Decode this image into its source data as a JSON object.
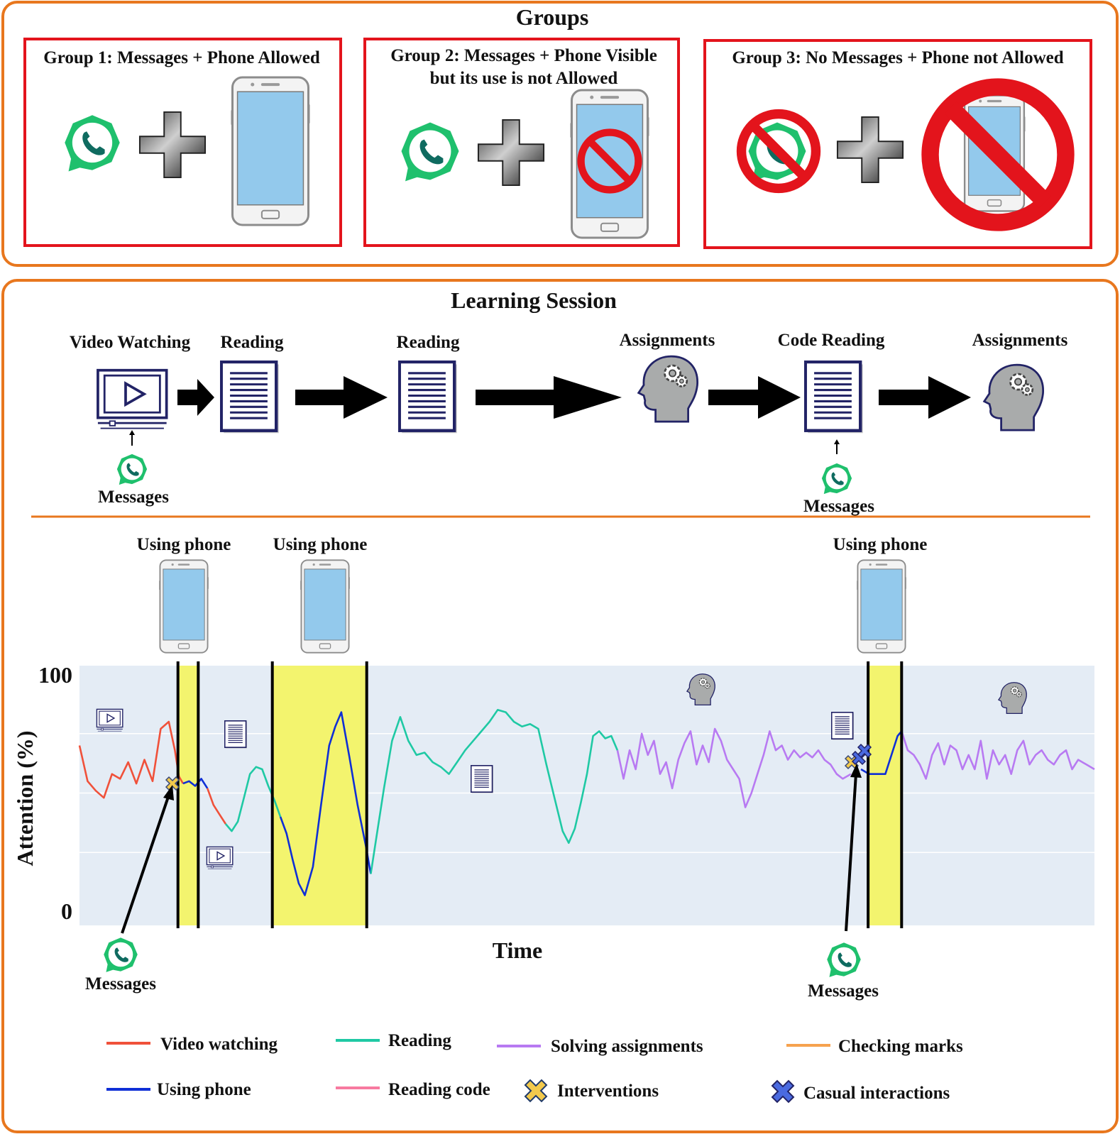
{
  "groups": {
    "title": "Groups",
    "items": [
      {
        "title": "Group 1: Messages + Phone Allowed"
      },
      {
        "title_line1": "Group 2: Messages + Phone Visible",
        "title_line2": "but its use is not Allowed"
      },
      {
        "title": "Group 3: No Messages + Phone not Allowed"
      }
    ]
  },
  "session": {
    "title": "Learning Session",
    "steps": [
      "Video Watching",
      "Reading",
      "Reading",
      "Assignments",
      "Code Reading",
      "Assignments"
    ],
    "messages_label": "Messages",
    "phone_label": "Using phone"
  },
  "chart_data": {
    "type": "line",
    "xlabel": "Time",
    "ylabel": "Attention (%)",
    "ylim": [
      0,
      100
    ],
    "yticks": [
      "0",
      "100"
    ],
    "phone_windows": [
      [
        0.097,
        0.117
      ],
      [
        0.19,
        0.283
      ],
      [
        0.777,
        0.81
      ]
    ],
    "segments": [
      {
        "series": "Video watching",
        "points": [
          [
            0.0,
            70
          ],
          [
            0.008,
            55
          ],
          [
            0.016,
            51
          ],
          [
            0.024,
            48
          ],
          [
            0.032,
            58
          ],
          [
            0.04,
            56
          ],
          [
            0.048,
            63
          ],
          [
            0.056,
            54
          ],
          [
            0.064,
            64
          ],
          [
            0.072,
            55
          ],
          [
            0.08,
            77
          ],
          [
            0.088,
            80
          ],
          [
            0.094,
            68
          ],
          [
            0.098,
            57
          ],
          [
            0.102,
            54
          ]
        ]
      },
      {
        "series": "Using phone",
        "points": [
          [
            0.102,
            54
          ],
          [
            0.108,
            55
          ],
          [
            0.114,
            53
          ],
          [
            0.12,
            56
          ],
          [
            0.126,
            52
          ]
        ]
      },
      {
        "series": "Video watching",
        "points": [
          [
            0.126,
            52
          ],
          [
            0.132,
            45
          ],
          [
            0.138,
            41
          ],
          [
            0.144,
            37
          ]
        ]
      },
      {
        "series": "Reading",
        "points": [
          [
            0.144,
            37
          ],
          [
            0.15,
            34
          ],
          [
            0.156,
            38
          ],
          [
            0.162,
            48
          ],
          [
            0.168,
            58
          ],
          [
            0.174,
            61
          ],
          [
            0.18,
            60
          ],
          [
            0.186,
            53
          ],
          [
            0.192,
            47
          ],
          [
            0.198,
            40
          ]
        ]
      },
      {
        "series": "Using phone",
        "points": [
          [
            0.198,
            40
          ],
          [
            0.204,
            33
          ],
          [
            0.21,
            22
          ],
          [
            0.216,
            12
          ],
          [
            0.222,
            7
          ],
          [
            0.23,
            19
          ],
          [
            0.238,
            45
          ],
          [
            0.246,
            70
          ],
          [
            0.252,
            78
          ],
          [
            0.258,
            84
          ],
          [
            0.266,
            65
          ],
          [
            0.274,
            45
          ],
          [
            0.282,
            28
          ],
          [
            0.287,
            16
          ]
        ]
      },
      {
        "series": "Reading",
        "points": [
          [
            0.287,
            16
          ],
          [
            0.292,
            30
          ],
          [
            0.3,
            52
          ],
          [
            0.308,
            72
          ],
          [
            0.316,
            82
          ],
          [
            0.324,
            72
          ],
          [
            0.332,
            66
          ],
          [
            0.34,
            67
          ],
          [
            0.348,
            63
          ],
          [
            0.356,
            61
          ],
          [
            0.364,
            58
          ],
          [
            0.372,
            63
          ],
          [
            0.38,
            68
          ],
          [
            0.388,
            72
          ],
          [
            0.396,
            76
          ],
          [
            0.404,
            80
          ],
          [
            0.412,
            85
          ],
          [
            0.42,
            84
          ],
          [
            0.428,
            80
          ],
          [
            0.436,
            78
          ],
          [
            0.444,
            79
          ],
          [
            0.452,
            77
          ],
          [
            0.46,
            62
          ],
          [
            0.468,
            48
          ],
          [
            0.476,
            34
          ],
          [
            0.482,
            29
          ],
          [
            0.488,
            35
          ],
          [
            0.494,
            46
          ],
          [
            0.5,
            58
          ],
          [
            0.506,
            74
          ],
          [
            0.512,
            76
          ],
          [
            0.518,
            73
          ],
          [
            0.524,
            74
          ],
          [
            0.53,
            68
          ]
        ]
      },
      {
        "series": "Solving assignments",
        "points": [
          [
            0.53,
            68
          ],
          [
            0.536,
            56
          ],
          [
            0.542,
            68
          ],
          [
            0.548,
            60
          ],
          [
            0.554,
            75
          ],
          [
            0.56,
            66
          ],
          [
            0.566,
            72
          ],
          [
            0.572,
            58
          ],
          [
            0.578,
            63
          ],
          [
            0.584,
            52
          ],
          [
            0.59,
            64
          ],
          [
            0.596,
            71
          ],
          [
            0.602,
            76
          ],
          [
            0.608,
            62
          ],
          [
            0.614,
            70
          ],
          [
            0.62,
            63
          ],
          [
            0.626,
            77
          ],
          [
            0.632,
            72
          ],
          [
            0.638,
            64
          ],
          [
            0.644,
            60
          ],
          [
            0.65,
            56
          ],
          [
            0.656,
            44
          ],
          [
            0.662,
            50
          ],
          [
            0.668,
            58
          ],
          [
            0.674,
            66
          ],
          [
            0.68,
            76
          ],
          [
            0.686,
            68
          ],
          [
            0.692,
            70
          ],
          [
            0.698,
            64
          ],
          [
            0.704,
            68
          ],
          [
            0.71,
            65
          ],
          [
            0.716,
            67
          ],
          [
            0.722,
            65
          ],
          [
            0.728,
            68
          ],
          [
            0.734,
            64
          ],
          [
            0.74,
            62
          ],
          [
            0.746,
            58
          ],
          [
            0.752,
            56
          ],
          [
            0.76,
            58
          ]
        ]
      },
      {
        "series": "Using phone",
        "points": [
          [
            0.77,
            60
          ],
          [
            0.778,
            58
          ],
          [
            0.786,
            58
          ],
          [
            0.794,
            58
          ],
          [
            0.8,
            66
          ],
          [
            0.806,
            74
          ],
          [
            0.81,
            76
          ]
        ]
      },
      {
        "series": "Solving assignments",
        "points": [
          [
            0.81,
            76
          ],
          [
            0.816,
            68
          ],
          [
            0.822,
            66
          ],
          [
            0.828,
            62
          ],
          [
            0.834,
            56
          ],
          [
            0.84,
            66
          ],
          [
            0.846,
            71
          ],
          [
            0.852,
            62
          ],
          [
            0.858,
            70
          ],
          [
            0.864,
            68
          ],
          [
            0.87,
            60
          ],
          [
            0.876,
            66
          ],
          [
            0.882,
            60
          ],
          [
            0.888,
            72
          ],
          [
            0.894,
            56
          ],
          [
            0.9,
            68
          ],
          [
            0.906,
            62
          ],
          [
            0.912,
            66
          ],
          [
            0.918,
            58
          ],
          [
            0.924,
            68
          ],
          [
            0.93,
            72
          ],
          [
            0.936,
            62
          ],
          [
            0.942,
            66
          ],
          [
            0.948,
            68
          ],
          [
            0.954,
            64
          ],
          [
            0.96,
            62
          ],
          [
            0.966,
            66
          ],
          [
            0.972,
            68
          ],
          [
            0.978,
            60
          ],
          [
            0.984,
            64
          ],
          [
            0.992,
            62
          ],
          [
            1.0,
            60
          ]
        ]
      }
    ],
    "legend": [
      {
        "label": "Video watching",
        "color": "#f0513a",
        "kind": "line"
      },
      {
        "label": "Reading",
        "color": "#1fc9a4",
        "kind": "line"
      },
      {
        "label": "Solving assignments",
        "color": "#b87af2",
        "kind": "line"
      },
      {
        "label": "Checking marks",
        "color": "#f6a24e",
        "kind": "line"
      },
      {
        "label": "Using phone",
        "color": "#0f2fd6",
        "kind": "line"
      },
      {
        "label": "Reading code",
        "color": "#f77aa0",
        "kind": "line"
      },
      {
        "label": "Interventions",
        "color": "#f2c94c",
        "kind": "cross"
      },
      {
        "label": "Casual interactions",
        "color": "#4a6ae0",
        "kind": "cross"
      }
    ]
  },
  "colors": {
    "frame": "#e8771e",
    "group_border": "#e3141c",
    "whatsapp": "#1fc06d",
    "plot_bg": "#e4ecf5",
    "phone_window": "#f3f46e",
    "doc": "#222366",
    "head": "#a9abab"
  }
}
